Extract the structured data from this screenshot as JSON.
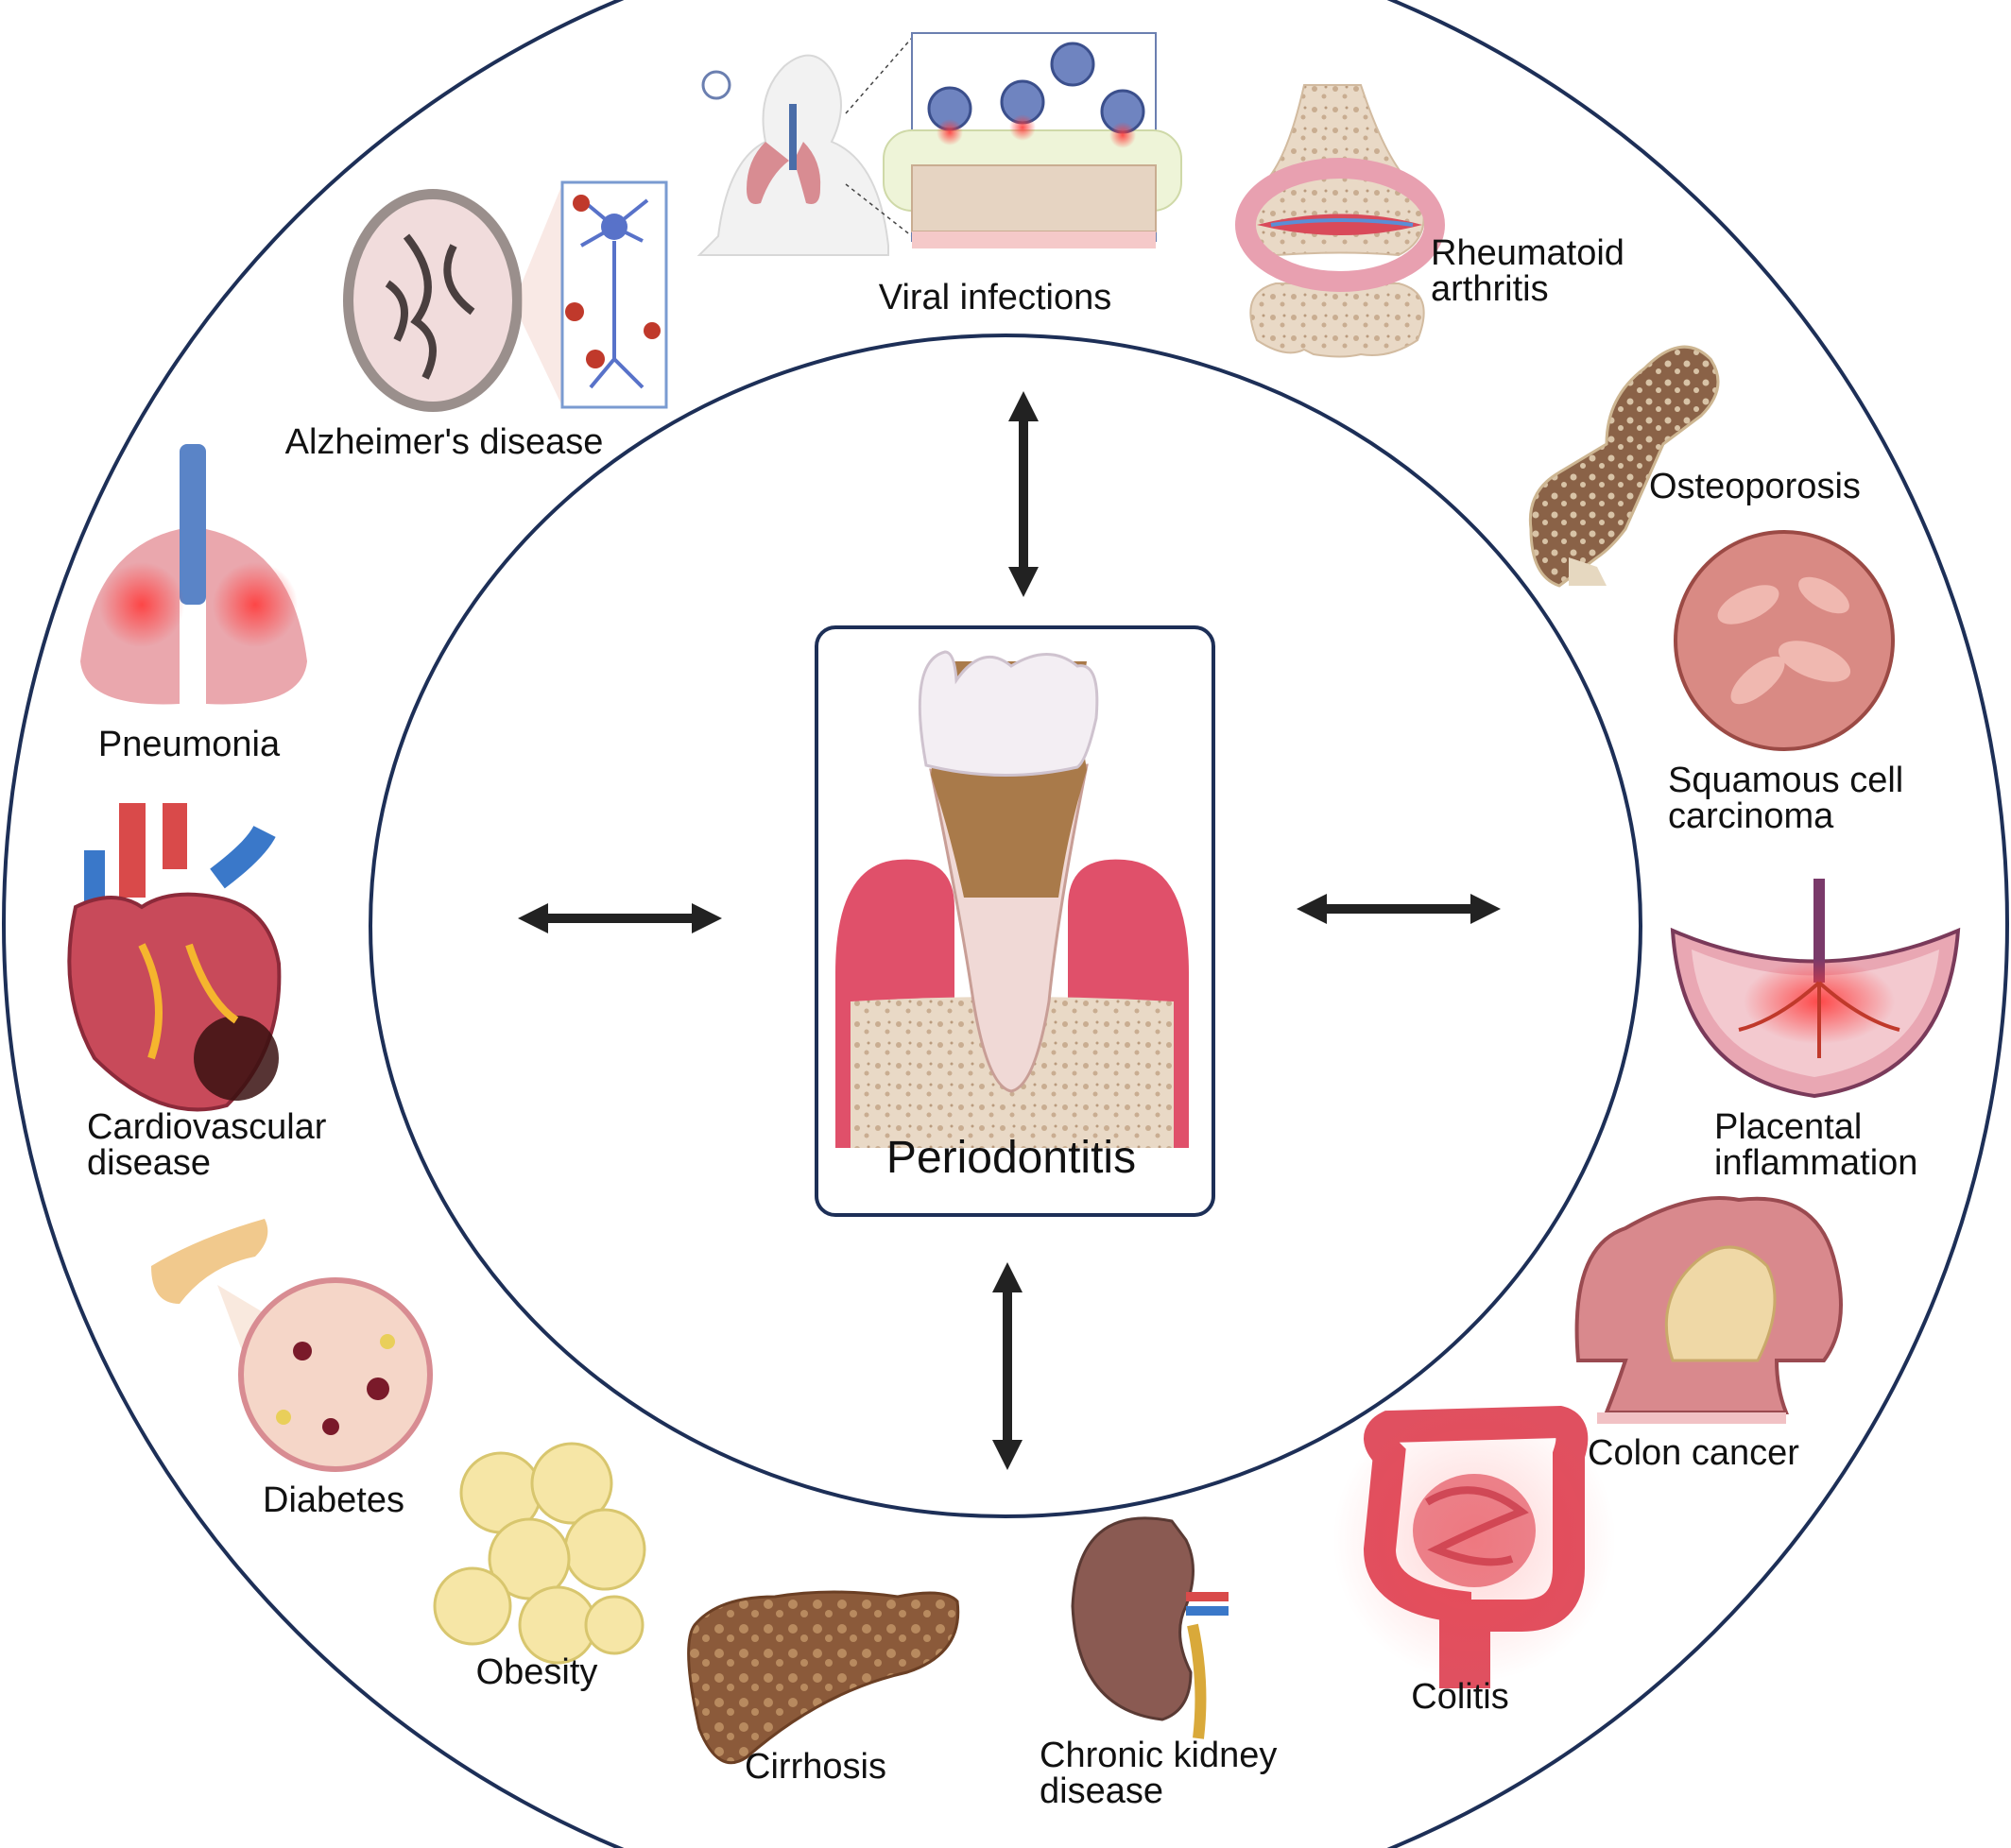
{
  "center": {
    "title": "Periodontitis"
  },
  "diseases": {
    "viral_infections": "Viral infections",
    "rheumatoid_1": "Rheumatoid",
    "rheumatoid_2": "arthritis",
    "alzheimers": "Alzheimer's disease",
    "osteoporosis": "Osteoporosis",
    "pneumonia": "Pneumonia",
    "scc_1": "Squamous cell",
    "scc_2": "carcinoma",
    "cardio_1": "Cardiovascular",
    "cardio_2": "disease",
    "placental_1": "Placental",
    "placental_2": "inflammation",
    "colon_cancer": "Colon cancer",
    "diabetes": "Diabetes",
    "obesity": "Obesity",
    "colitis": "Colitis",
    "cirrhosis": "Cirrhosis",
    "ckd_1": "Chronic kidney",
    "ckd_2": "disease"
  },
  "colors": {
    "ring": "#1d2f57",
    "arrow": "#222222",
    "gum": "#e0506a",
    "bone": "#e8d7c3",
    "tooth": "#f3eef3",
    "plaque": "#a97a4a"
  }
}
